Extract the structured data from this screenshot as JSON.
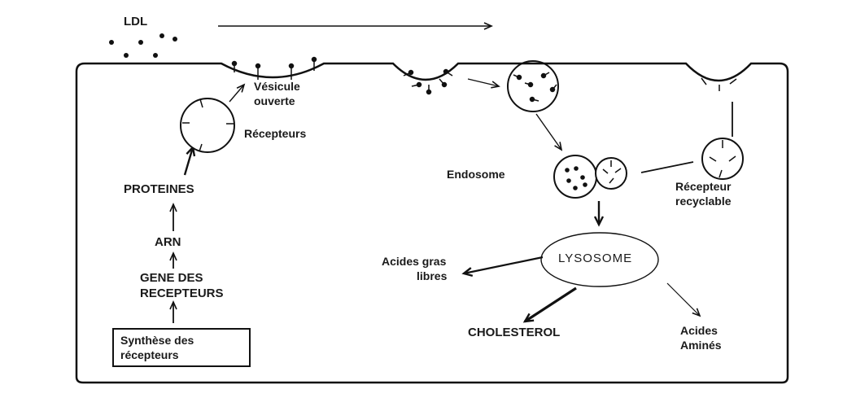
{
  "diagram": {
    "labels": {
      "ldl": "LDL",
      "vesicule_line1": "Vésicule",
      "vesicule_line2": "ouverte",
      "recepteurs": "Récepteurs",
      "proteines": "PROTEINES",
      "arn": "ARN",
      "gene_line1": "GENE DES",
      "gene_line2": "RECEPTEURS",
      "synthese_line1": "Synthèse des",
      "synthese_line2": "récepteurs",
      "endosome": "Endosome",
      "recepteur_recyclable_line1": "Récepteur",
      "recepteur_recyclable_line2": "recyclable",
      "lysosome": "LYSOSOME",
      "acides_gras_line1": "Acides gras",
      "acides_gras_line2": "libres",
      "cholesterol": "CHOLESTEROL",
      "acides_amines_line1": "Acides",
      "acides_amines_line2": "Aminés"
    }
  }
}
